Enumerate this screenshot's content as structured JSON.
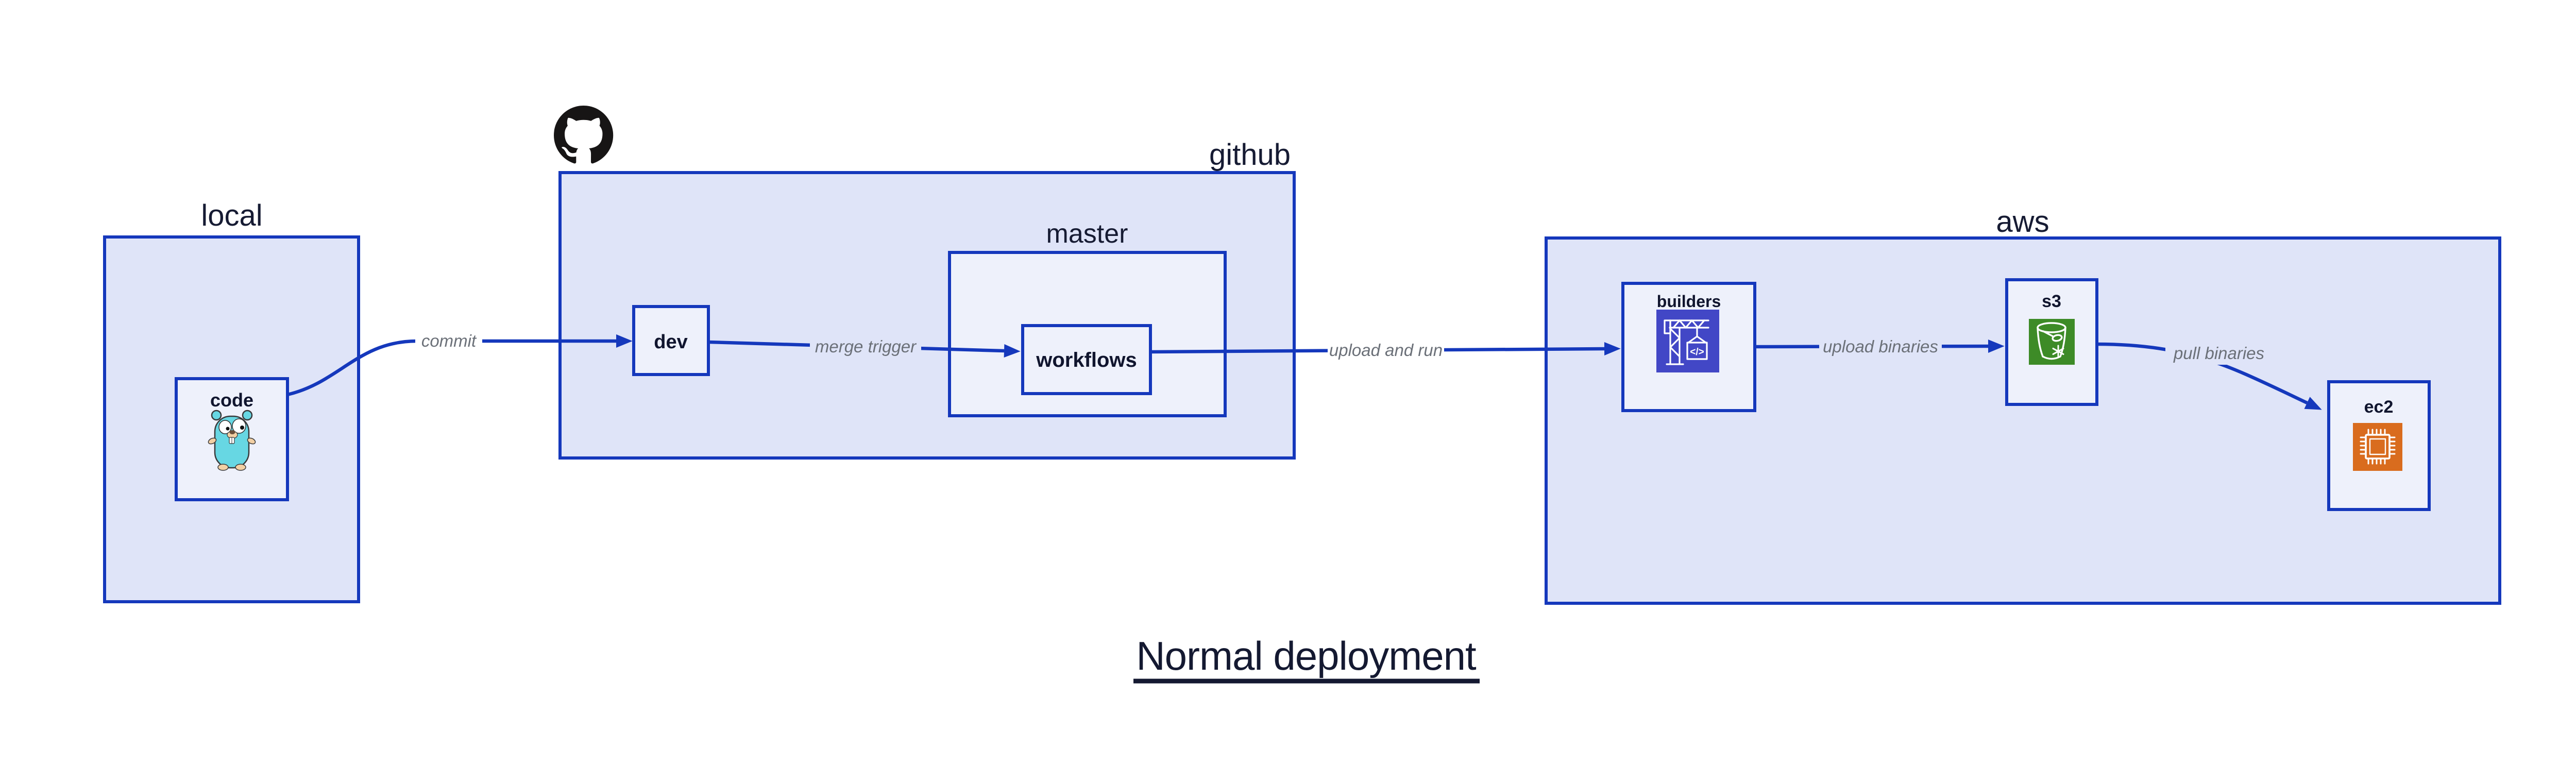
{
  "title": {
    "text": "Normal deployment"
  },
  "groups": {
    "local": {
      "label": "local"
    },
    "github": {
      "label": "github"
    },
    "master": {
      "label": "master"
    },
    "aws": {
      "label": "aws"
    }
  },
  "nodes": {
    "code": {
      "label": "code",
      "icon": "go-gopher-icon"
    },
    "dev": {
      "label": "dev"
    },
    "workflows": {
      "label": "workflows"
    },
    "builders": {
      "label": "builders",
      "icon": "codebuild-crane-icon",
      "icon_text": "</>"
    },
    "s3": {
      "label": "s3",
      "icon": "s3-bucket-icon"
    },
    "ec2": {
      "label": "ec2",
      "icon": "ec2-chip-icon"
    }
  },
  "edges": [
    {
      "from": "code",
      "to": "dev",
      "label": "commit"
    },
    {
      "from": "dev",
      "to": "workflows",
      "label": "merge trigger"
    },
    {
      "from": "workflows",
      "to": "builders",
      "label": "upload and run"
    },
    {
      "from": "builders",
      "to": "s3",
      "label": "upload binaries"
    },
    {
      "from": "s3",
      "to": "ec2",
      "label": "pull binaries"
    }
  ],
  "icons": {
    "github_logo": "octocat-icon"
  },
  "colors": {
    "box_border": "#1538bc",
    "arrow": "#1538bc",
    "group_fill": "#dfe4f8",
    "node_fill": "#eef1fb",
    "heading_text": "#161b33",
    "edge_label_text": "#6b7078",
    "title_text": "#141931",
    "octocat_fill": "#171515",
    "gopher_body": "#67d7e3",
    "gopher_skin": "#f2d0a4",
    "builders_icon_bg": "#4247c6",
    "s3_icon_bg": "#3d8b27",
    "ec2_icon_bg": "#d96c1e"
  }
}
